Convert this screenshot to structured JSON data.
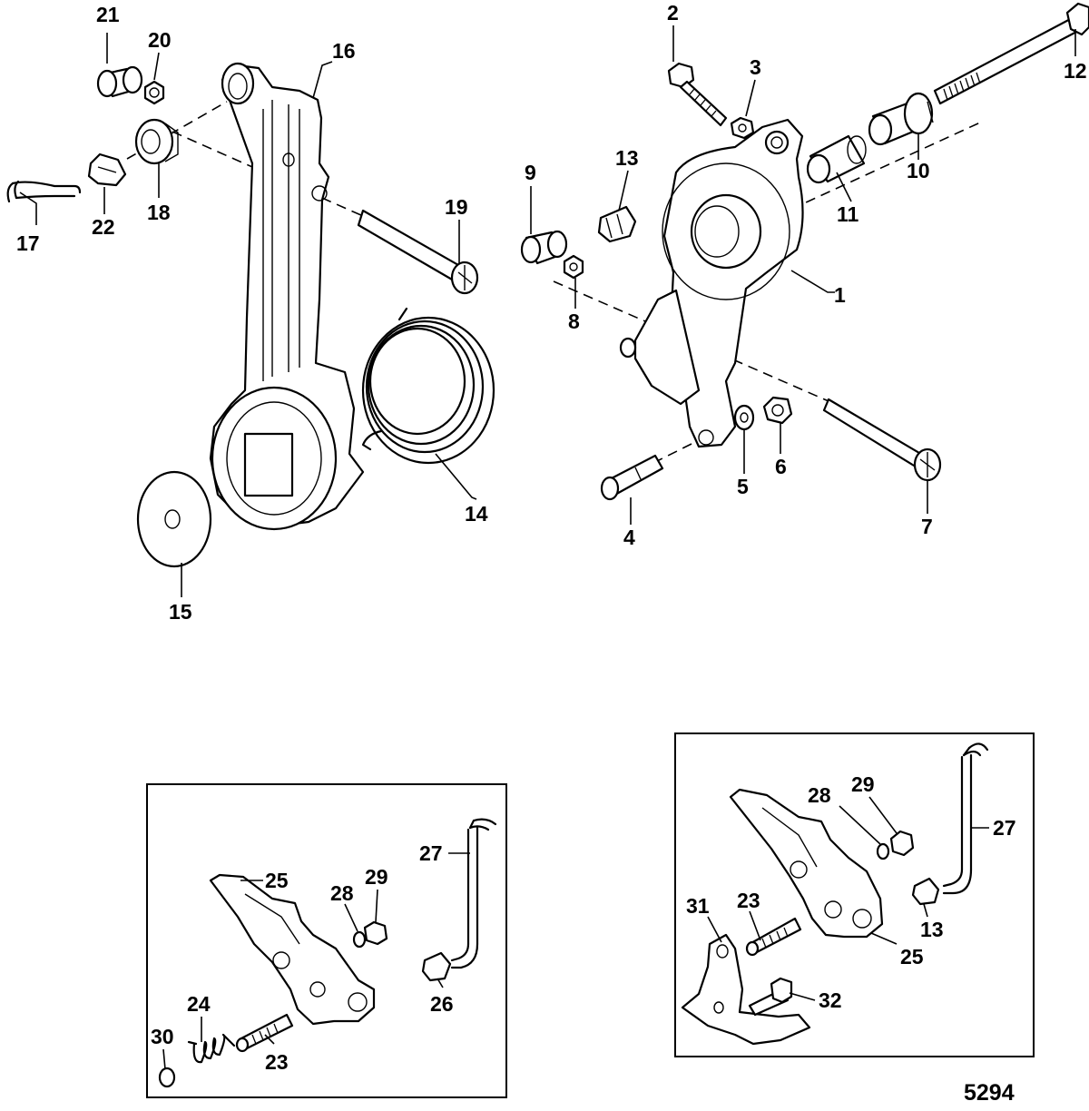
{
  "figure": {
    "reference_number": "5294"
  },
  "callouts": {
    "c1": "1",
    "c2": "2",
    "c3": "3",
    "c4": "4",
    "c5": "5",
    "c6": "6",
    "c7": "7",
    "c8": "8",
    "c9": "9",
    "c10": "10",
    "c11": "11",
    "c12": "12",
    "c13": "13",
    "c14": "14",
    "c15": "15",
    "c16": "16",
    "c17": "17",
    "c18": "18",
    "c19": "19",
    "c20": "20",
    "c21": "21",
    "c22": "22",
    "i1_23": "23",
    "i1_24": "24",
    "i1_25": "25",
    "i1_26": "26",
    "i1_27": "27",
    "i1_28": "28",
    "i1_29": "29",
    "i1_30": "30",
    "i2_13": "13",
    "i2_23": "23",
    "i2_25": "25",
    "i2_27": "27",
    "i2_28": "28",
    "i2_29": "29",
    "i2_31": "31",
    "i2_32": "32"
  }
}
